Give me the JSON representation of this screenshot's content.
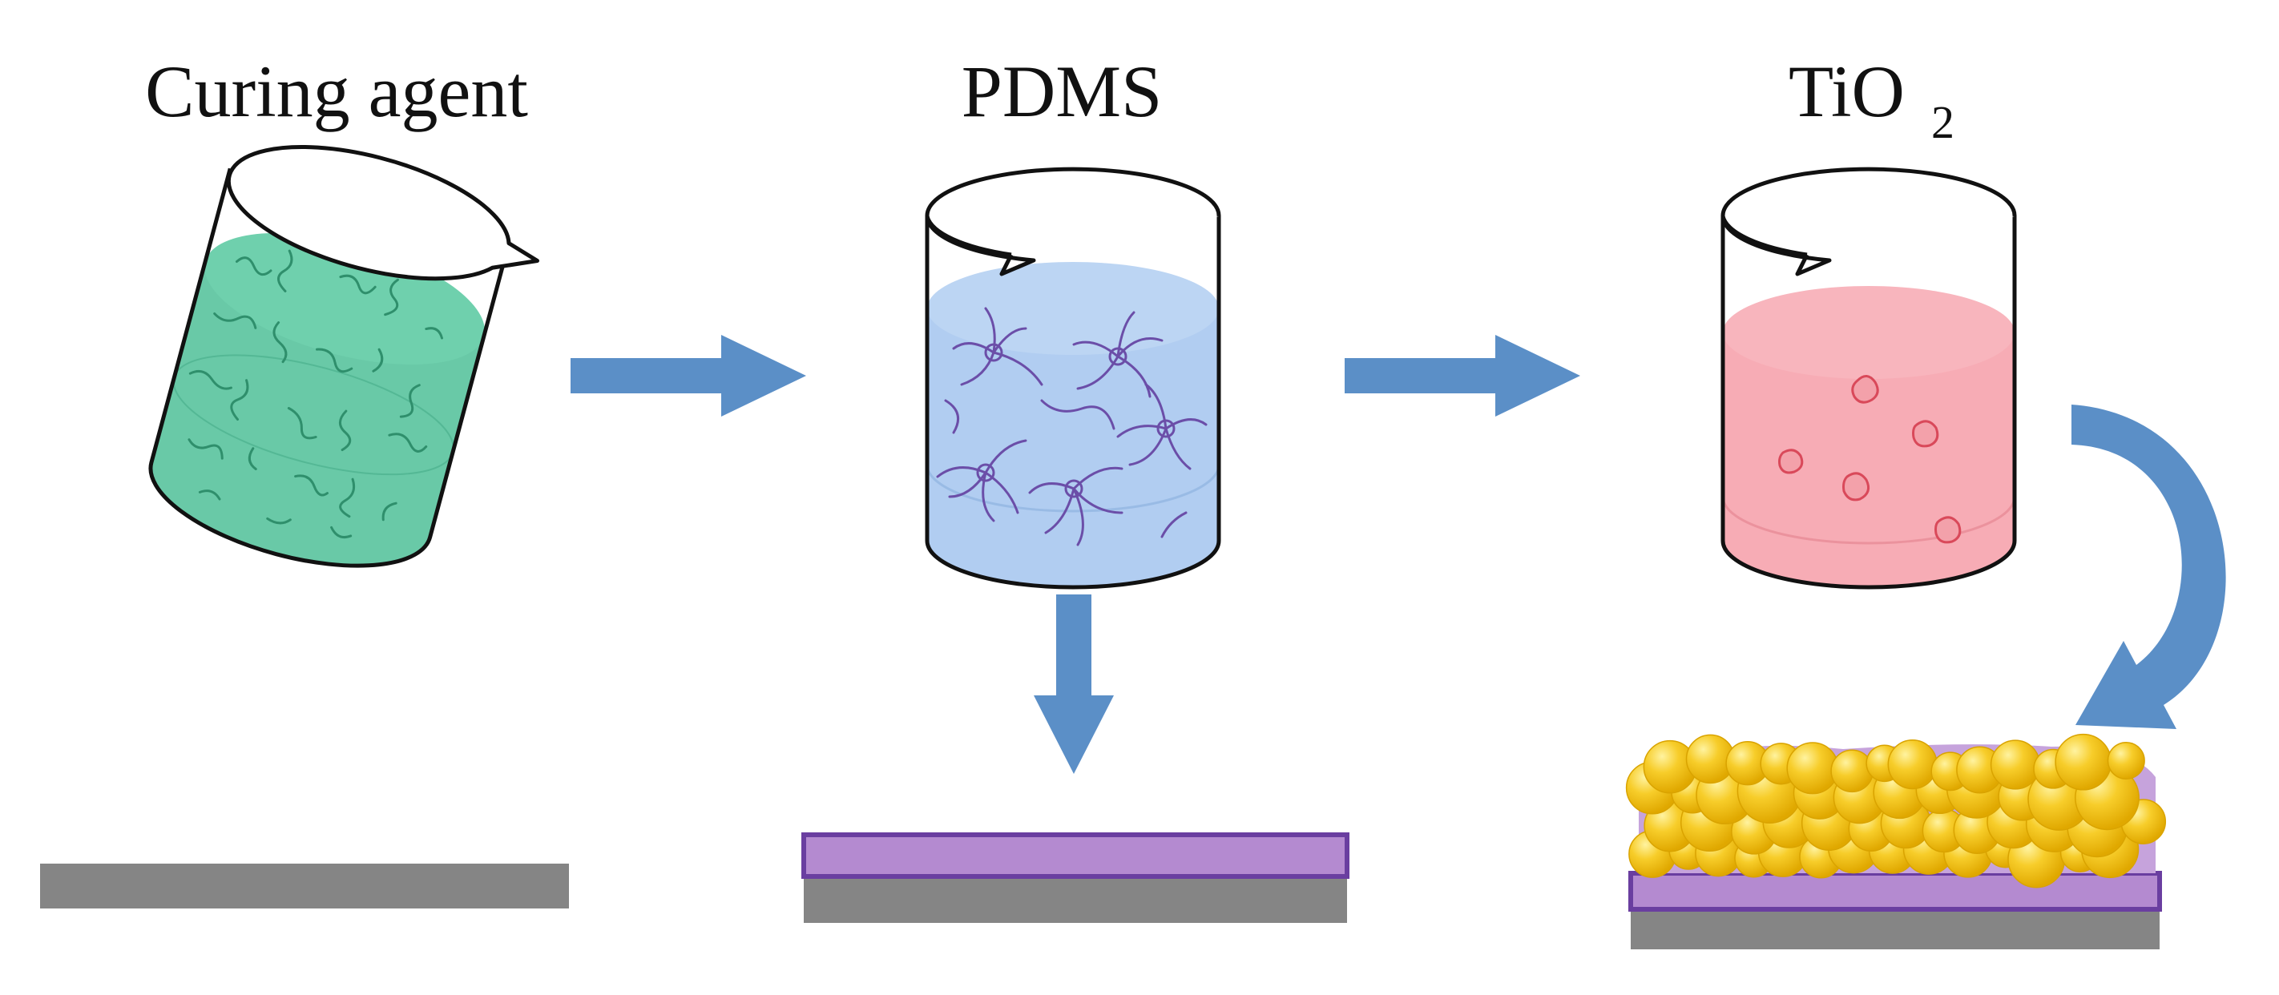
{
  "labels": {
    "curing_agent": "Curing agent",
    "pdms": "PDMS",
    "tio2_main": "TiO",
    "tio2_sub": "2"
  },
  "colors": {
    "arrow": "#5b8fc7",
    "arrow_dark": "#4a7db5",
    "curing_liquid": "#4fbf98",
    "curing_strand": "#2f8f6c",
    "pdms_liquid": "#a8c8ef",
    "pdms_strand": "#6b4ea8",
    "tio2_liquid": "#f6a3ad",
    "tio2_particle": "#e0606e",
    "substrate": "#858585",
    "pdms_film": "#b48ad0",
    "pdms_film_border": "#6a3ea0",
    "tio2_ball": "#f5c61c",
    "tio2_ball_light": "#ffe46a"
  }
}
